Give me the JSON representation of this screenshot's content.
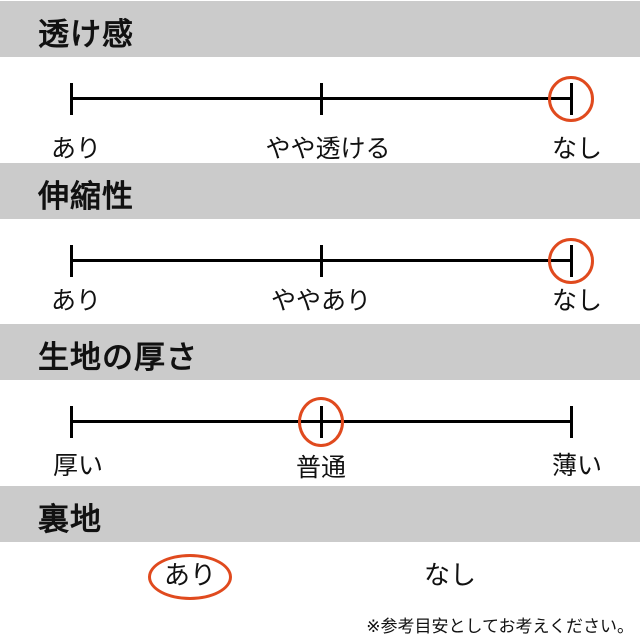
{
  "sections": [
    {
      "title": "透け感",
      "labels": [
        "あり",
        "やや透ける",
        "なし"
      ],
      "selected_index": 2
    },
    {
      "title": "伸縮性",
      "labels": [
        "あり",
        "ややあり",
        "なし"
      ],
      "selected_index": 2
    },
    {
      "title": "生地の厚さ",
      "labels": [
        "厚い",
        "普通",
        "薄い"
      ],
      "selected_index": 1
    }
  ],
  "lining": {
    "title": "裏地",
    "options": [
      "あり",
      "なし"
    ],
    "selected_index": 0
  },
  "note": "※参考目安としてお考えください。",
  "colors": {
    "band": "#cbcbcb",
    "highlight": "#e04a1e"
  }
}
